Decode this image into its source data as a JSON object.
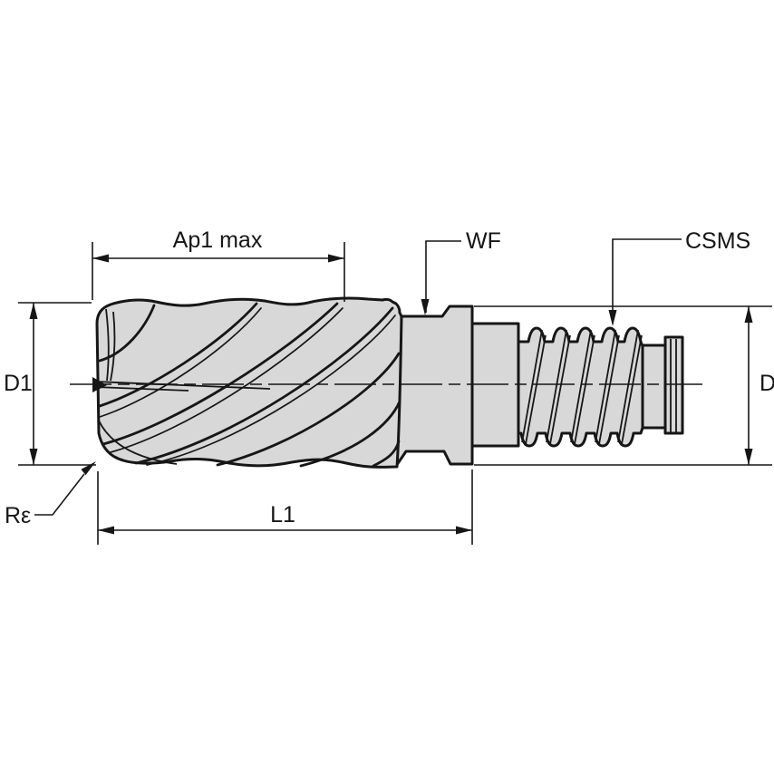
{
  "drawing": {
    "labels": {
      "ap1_max": "Ap1 max",
      "wf": "WF",
      "csms": "CSMS",
      "d1": "D1",
      "d": "D",
      "corner_radius": "Rε",
      "l1": "L1"
    },
    "colors": {
      "background": "#ffffff",
      "line": "#161616",
      "body_fill": "#d8d8d8"
    }
  }
}
